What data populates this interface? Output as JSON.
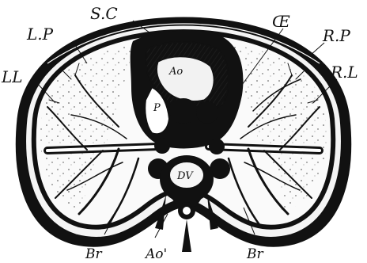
{
  "figure": {
    "labels": {
      "superior_vena_cava": "S.C",
      "oesophagus": "Œ",
      "left_pleura": "L.P",
      "right_pleura": "R.P",
      "left_lung": "LL",
      "right_lung": "R.L",
      "aorta": "Ao",
      "pulmonary_artery": "P",
      "dorsal_vertebra": "DV",
      "bronchus_left": "Br",
      "bronchus_right": "Br",
      "descending_aorta": "Ao'"
    },
    "colors": {
      "ink": "#111111",
      "paper": "#ffffff"
    }
  }
}
